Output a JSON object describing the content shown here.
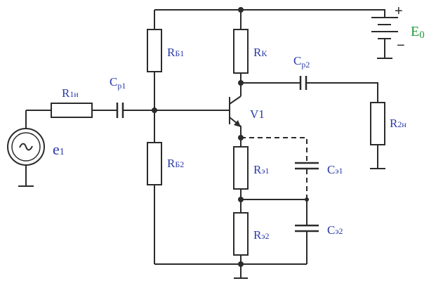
{
  "labels": {
    "r1i_main": "R",
    "r1i_sub": "1и",
    "cp1_main": "C",
    "cp1_sub": "р1",
    "rb1_main": "R",
    "rb1_sub": "Б1",
    "rb2_main": "R",
    "rb2_sub": "Б2",
    "rk_main": "R",
    "rk_sub": "К",
    "cp2_main": "C",
    "cp2_sub": "р2",
    "r2n_main": "R",
    "r2n_sub": "2н",
    "v1": "V1",
    "re1_main": "R",
    "re1_sub": "э1",
    "ce1_main": "C",
    "ce1_sub": "э1",
    "re2_main": "R",
    "re2_sub": "э2",
    "ce2_main": "C",
    "ce2_sub": "э2",
    "e1_main": "e",
    "e1_sub": "1",
    "e0_main": "E",
    "e0_sub": "0",
    "plus": "+",
    "minus": "−"
  }
}
